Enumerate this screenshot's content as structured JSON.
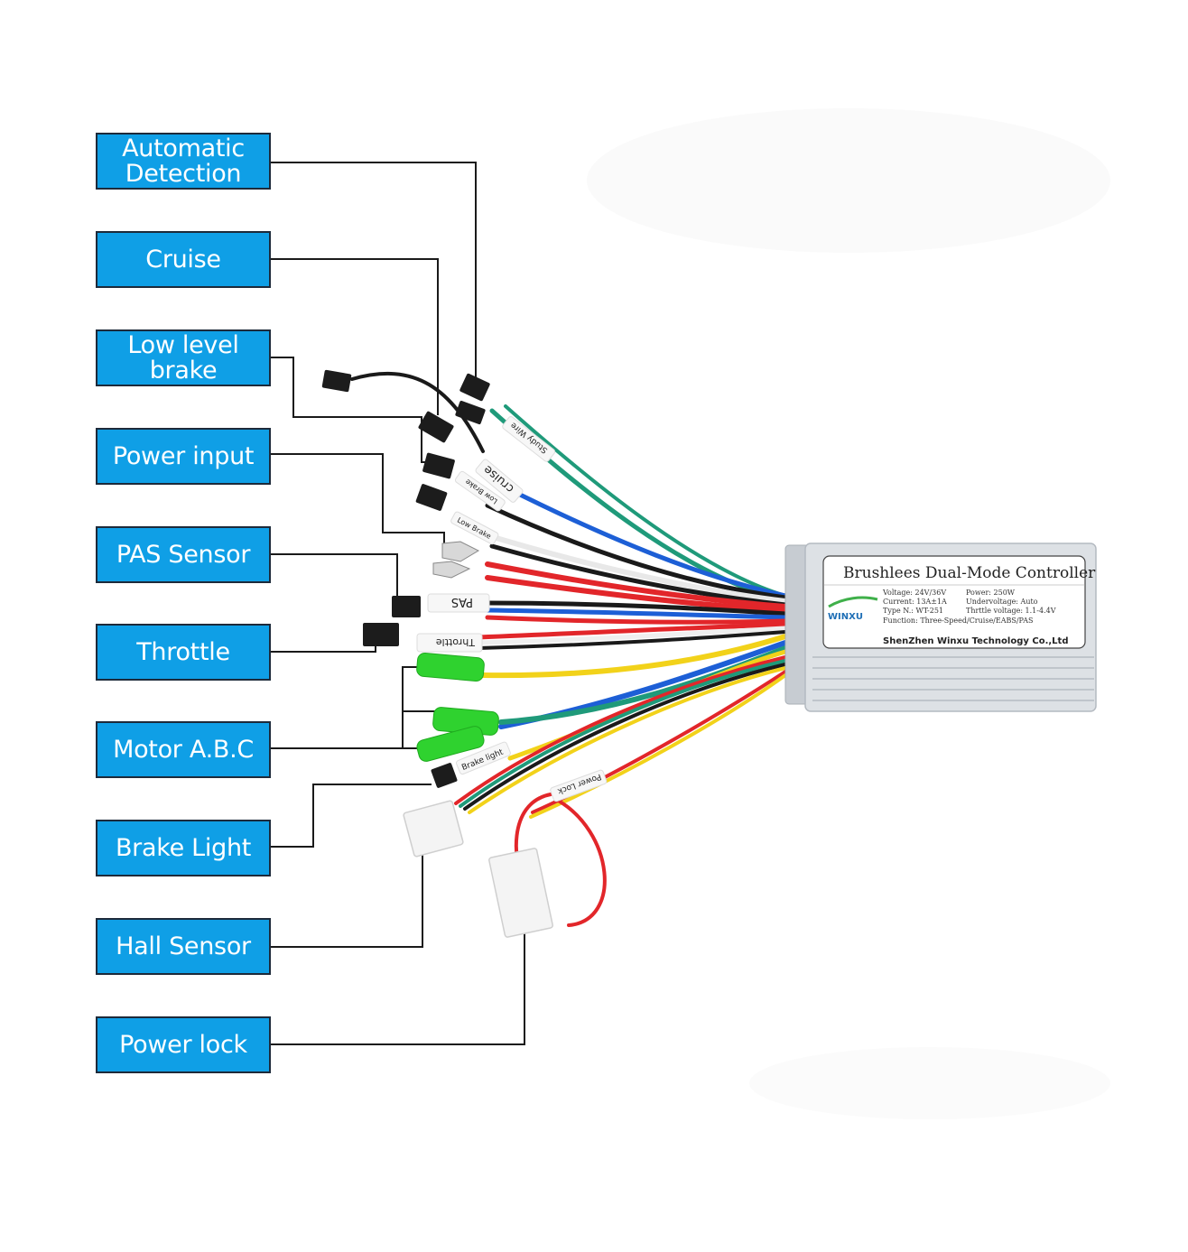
{
  "callouts": [
    {
      "id": "automatic-detection",
      "label": "Automatic Detection",
      "lines": [
        "Automatic",
        "Detection"
      ]
    },
    {
      "id": "cruise",
      "label": "Cruise",
      "lines": [
        "Cruise"
      ]
    },
    {
      "id": "low-level-brake",
      "label": "Low level brake",
      "lines": [
        "Low level",
        "brake"
      ]
    },
    {
      "id": "power-input",
      "label": "Power input",
      "lines": [
        "Power input"
      ]
    },
    {
      "id": "pas-sensor",
      "label": "PAS Sensor",
      "lines": [
        "PAS Sensor"
      ]
    },
    {
      "id": "throttle",
      "label": "Throttle",
      "lines": [
        "Throttle"
      ]
    },
    {
      "id": "motor-abc",
      "label": "Motor A.B.C",
      "lines": [
        "Motor A.B.C"
      ]
    },
    {
      "id": "brake-light",
      "label": "Brake Light",
      "lines": [
        "Brake Light"
      ]
    },
    {
      "id": "hall-sensor",
      "label": "Hall Sensor",
      "lines": [
        "Hall Sensor"
      ]
    },
    {
      "id": "power-lock",
      "label": "Power lock",
      "lines": [
        "Power lock"
      ]
    }
  ],
  "controller": {
    "title": "Brushlees Dual-Mode Controller",
    "logo": "WINXU",
    "specs": {
      "voltage": "Voltage: 24V/36V",
      "power": "Power: 250W",
      "current": "Current: 13A±1A",
      "undervoltage": "Undervoltage: Auto",
      "type": "Type N.: WT-251",
      "throttle_voltage": "Thrttle voltage: 1.1-4.4V",
      "function": "Function: Three-Speed/Cruise/EABS/PAS"
    },
    "manufacturer": "ShenZhen Winxu Technology Co.,Ltd"
  },
  "wire_tags": {
    "study_wire": "Study Wire",
    "cruise": "cruise",
    "low_brake_1": "Low Brake",
    "low_brake_2": "Low Brake",
    "pas": "PAS",
    "throttle": "Throttle",
    "brake_light": "Brake light",
    "power_lock": "Power Lock"
  },
  "colors": {
    "callout_fill": "#0f9fe6",
    "callout_border": "#1d2a3a",
    "leader_line": "#1a1a1a",
    "wire_green": "#1f9a7a",
    "wire_blue": "#1d5fd6",
    "wire_red": "#e2262a",
    "wire_black": "#1a1a1a",
    "wire_yellow": "#f2d21a",
    "wire_white": "#f2f2f2",
    "connector_green": "#2fd22f",
    "controller_body": "#d9dde2"
  }
}
